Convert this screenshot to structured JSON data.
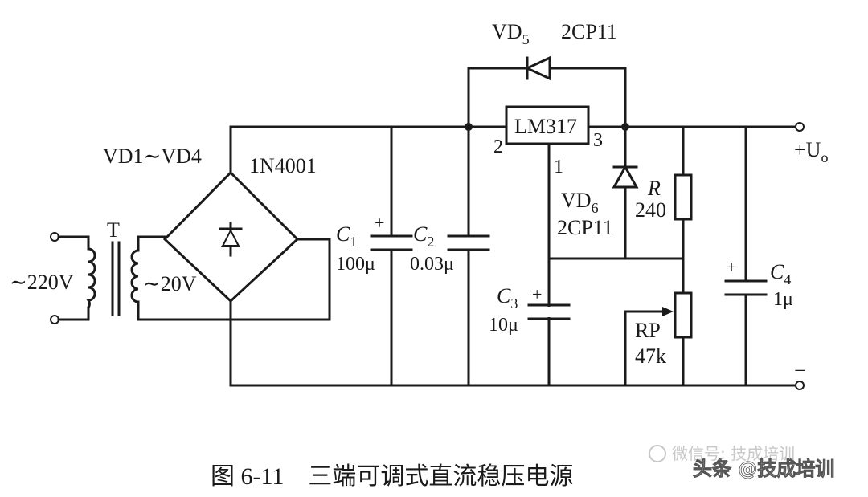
{
  "labels": {
    "vd5": "VD",
    "vd5_sub": "5",
    "vd5_part": "2CP11",
    "vd1_vd4": "VD1∼VD4",
    "bridge_part": "1N4001",
    "transformer": "T",
    "primary_voltage": "∼220V",
    "secondary_voltage": "∼20V",
    "c1": "C",
    "c1_sub": "1",
    "c1_value": "100μ",
    "c2": "C",
    "c2_sub": "2",
    "c2_value": "0.03μ",
    "regulator": "LM317",
    "pin2": "2",
    "pin3": "3",
    "pin1": "1",
    "vd6": "VD",
    "vd6_sub": "6",
    "vd6_part": "2CP11",
    "r": "R",
    "r_value": "240",
    "c3": "C",
    "c3_sub": "3",
    "c3_value": "10μ",
    "rp": "RP",
    "rp_value": "47k",
    "c4": "C",
    "c4_sub": "4",
    "c4_value": "1μ",
    "out_plus": "+U",
    "out_sub": "o",
    "out_minus": "−",
    "plus": "+"
  },
  "caption": "图 6-11    三端可调式直流稳压电源",
  "watermark": {
    "wechat": "微信号: 技成培训",
    "toutiao": "头条 @技成培训"
  }
}
